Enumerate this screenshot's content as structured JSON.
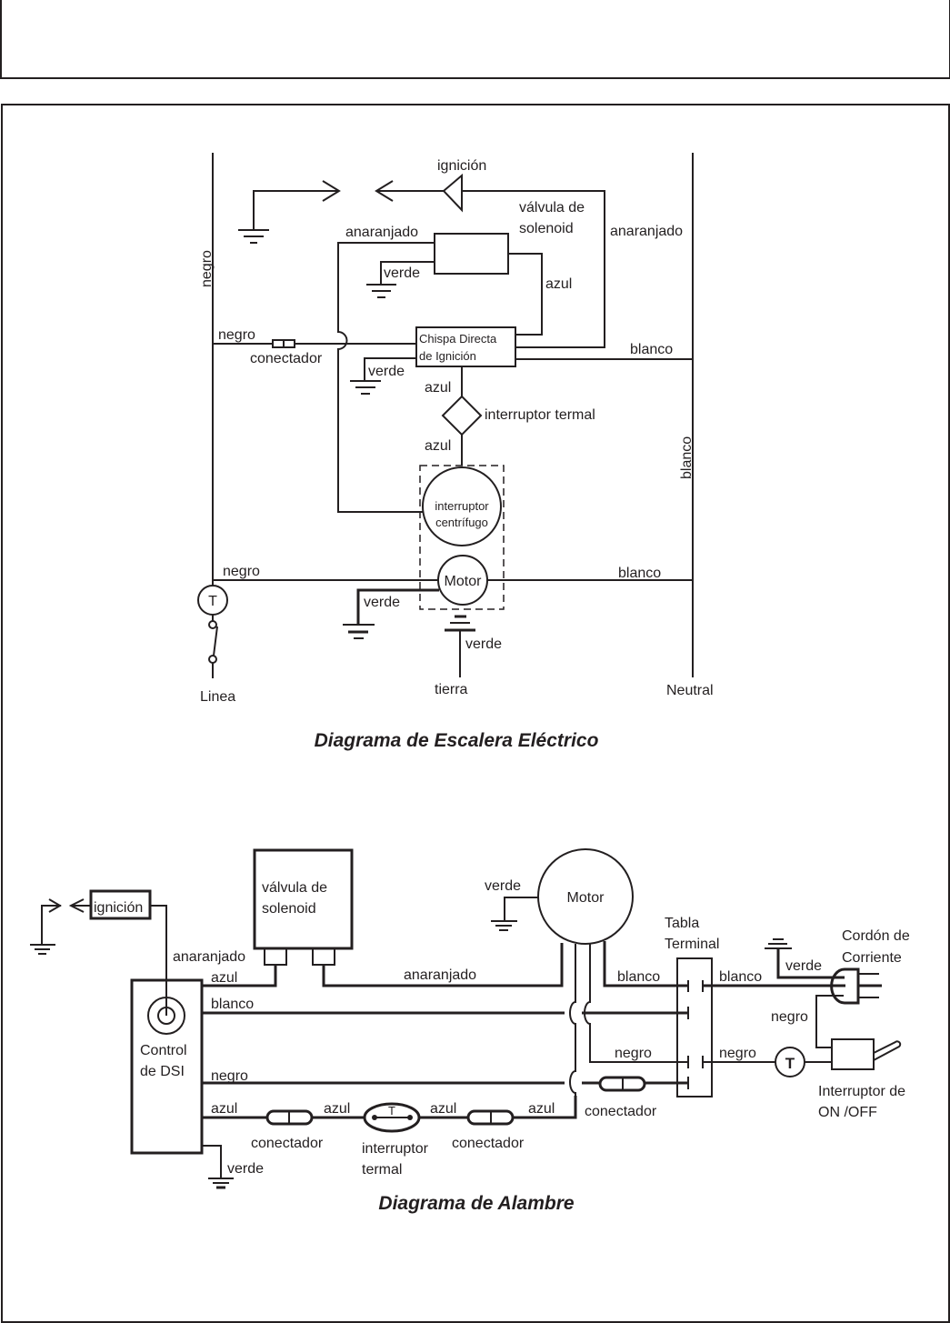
{
  "ladder_diagram": {
    "title": "Diagrama de Escalera Eléctrico",
    "labels": {
      "ignition": "ignición",
      "solenoid_valve_line1": "válvula de",
      "solenoid_valve_line2": "solenoid",
      "orange_left": "anaranjado",
      "orange_right": "anaranjado",
      "green_solenoid": "verde",
      "blue_solenoid": "azul",
      "black_vertical": "negro",
      "black_connector": "negro",
      "connector": "conectador",
      "dsi_line1": "Chispa Directa",
      "dsi_line2": "de Ignición",
      "green_dsi": "verde",
      "white_dsi": "blanco",
      "blue_upper": "azul",
      "thermal_switch": "interruptor termal",
      "blue_lower": "azul",
      "white_vertical": "blanco",
      "centrifugal_line1": "interruptor",
      "centrifugal_line2": "centrífugo",
      "black_motor": "negro",
      "motor": "Motor",
      "white_motor": "blanco",
      "thermostat": "T",
      "green_motor": "verde",
      "green_ground": "verde",
      "line": "Linea",
      "earth": "tierra",
      "neutral": "Neutral"
    }
  },
  "wiring_diagram": {
    "title": "Diagrama de Alambre",
    "labels": {
      "ignition": "ignición",
      "solenoid_valve_line1": "válvula de",
      "solenoid_valve_line2": "solenoid",
      "orange_left": "anaranjado",
      "blue_top": "azul",
      "orange_mid": "anaranjado",
      "white_control": "blanco",
      "control_line1": "Control",
      "control_line2": "de DSI",
      "black_control": "negro",
      "blue_1": "azul",
      "blue_2": "azul",
      "blue_3": "azul",
      "blue_4": "azul",
      "connector_left": "conectador",
      "thermal_line1": "interruptor",
      "thermal_line2": "termal",
      "thermal_t": "T",
      "connector_right": "conectador",
      "connector_terminal": "conectador",
      "green_control": "verde",
      "green_motor": "verde",
      "motor": "Motor",
      "terminal_line1": "Tabla",
      "terminal_line2": "Terminal",
      "white_motor": "blanco",
      "black_motor": "negro",
      "white_cord": "blanco",
      "black_switch": "negro",
      "black_cord": "negro",
      "green_cord": "verde",
      "cord_line1": "Cordón de",
      "cord_line2": "Corriente",
      "thermostat": "T",
      "switch_line1": "Interruptor de",
      "switch_line2": "ON /OFF"
    }
  }
}
